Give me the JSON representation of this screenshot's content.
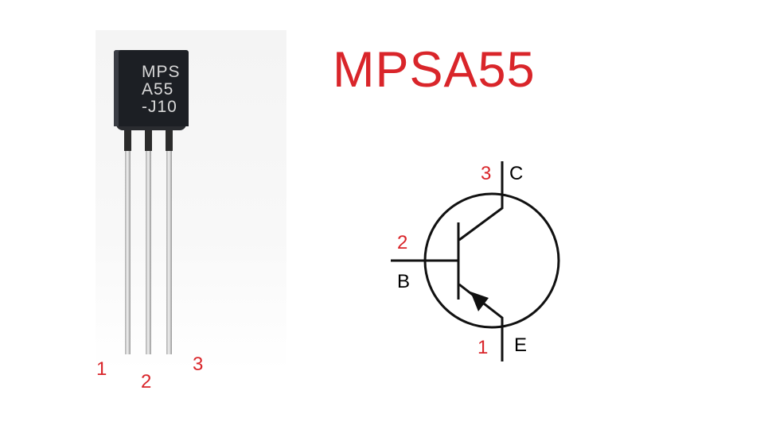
{
  "title": "MPSA55",
  "photo": {
    "marking_lines": [
      "MPS",
      "A55",
      "-J10"
    ],
    "pin_numbers": [
      "1",
      "2",
      "3"
    ]
  },
  "symbol": {
    "type": "PNP transistor",
    "pins": [
      {
        "number": "3",
        "name": "C"
      },
      {
        "number": "2",
        "name": "B"
      },
      {
        "number": "1",
        "name": "E"
      }
    ]
  },
  "colors": {
    "accent": "#d9252a",
    "line": "#111111"
  }
}
